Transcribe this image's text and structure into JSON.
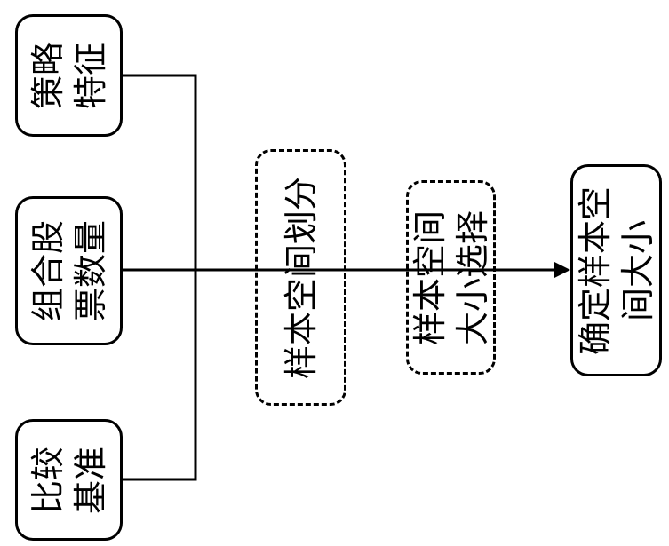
{
  "diagram": {
    "inputs": [
      {
        "id": "strategy-features",
        "lines": [
          "策略",
          "特征"
        ]
      },
      {
        "id": "portfolio-stock-count",
        "lines": [
          "组合股",
          "票数量"
        ]
      },
      {
        "id": "benchmark",
        "lines": [
          "比较",
          "基准"
        ]
      }
    ],
    "steps": [
      {
        "id": "sample-space-partition",
        "lines": [
          "样本空间划分"
        ],
        "style": "dashed"
      },
      {
        "id": "sample-space-size-selection",
        "lines": [
          "样本空间",
          "大小选择"
        ],
        "style": "dashed"
      }
    ],
    "output": {
      "id": "determine-sample-space-size",
      "lines": [
        "确定样本空",
        "间大小"
      ]
    },
    "edges": [
      {
        "from": "strategy-features",
        "to": "bus"
      },
      {
        "from": "portfolio-stock-count",
        "to": "bus"
      },
      {
        "from": "benchmark",
        "to": "bus"
      },
      {
        "from": "bus",
        "to": "determine-sample-space-size",
        "arrow": true,
        "through": [
          "sample-space-partition",
          "sample-space-size-selection"
        ]
      }
    ],
    "colors": {
      "stroke": "#000000",
      "background": "#ffffff"
    }
  }
}
